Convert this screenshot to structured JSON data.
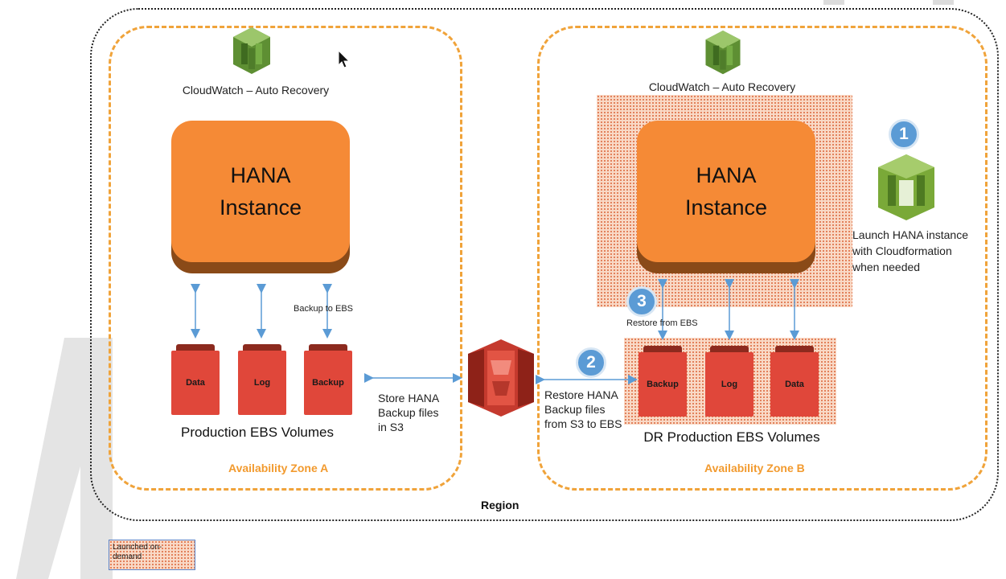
{
  "region": {
    "label": "Region"
  },
  "zones": [
    {
      "label": "Availability Zone A"
    },
    {
      "label": "Availability Zone B"
    }
  ],
  "zone_a": {
    "cloudwatch": "CloudWatch – Auto Recovery",
    "hana_line1": "HANA",
    "hana_line2": "Instance",
    "arrow_label": "Backup to EBS",
    "volumes": [
      "Data",
      "Log",
      "Backup"
    ],
    "volumes_caption": "Production EBS Volumes",
    "store_line1": "Store HANA",
    "store_line2": "Backup files",
    "store_line3": "in S3"
  },
  "zone_b": {
    "cloudwatch": "CloudWatch – Auto Recovery",
    "hana_line1": "HANA",
    "hana_line2": "Instance",
    "launch_line1": "Launch HANA instance",
    "launch_line2": "with Cloudformation",
    "launch_line3": "when needed",
    "restore_from_ebs": "Restore from EBS",
    "restore_s3_line1": "Restore HANA",
    "restore_s3_line2": "Backup files",
    "restore_s3_line3": "from S3 to EBS",
    "volumes": [
      "Backup",
      "Log",
      "Data"
    ],
    "volumes_caption": "DR Production EBS Volumes"
  },
  "steps": [
    "1",
    "2",
    "3"
  ],
  "legend": {
    "line1": "Launched on-",
    "line2": "demand"
  },
  "colors": {
    "aws_orange": "#f58a36",
    "ebs_red": "#e0473a",
    "az_dash": "#f0a33a",
    "badge_blue": "#5b9bd5",
    "cloudwatch_green": "#6aa43a",
    "cloudformation_green": "#7aa938",
    "s3_red": "#e25444"
  },
  "icons": [
    "cloudwatch-icon",
    "cloudformation-icon",
    "s3-icon",
    "mouse-cursor-icon"
  ]
}
